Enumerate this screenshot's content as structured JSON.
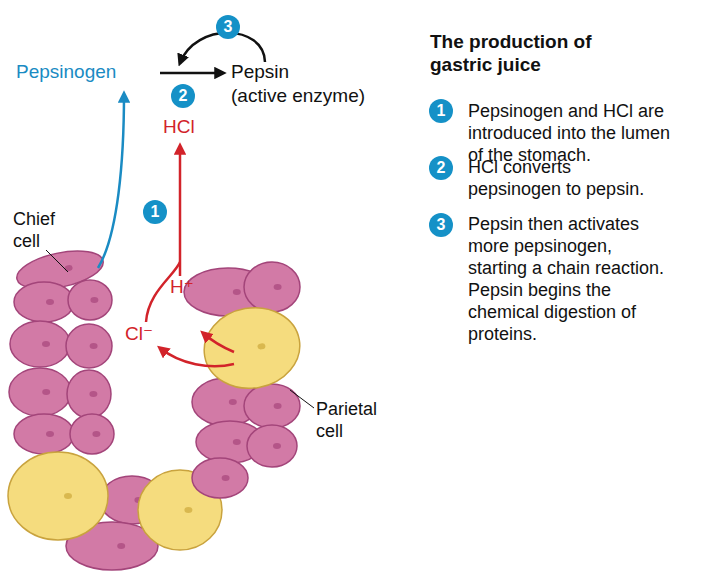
{
  "diagram": {
    "title": "The production of gastric juice",
    "nodes": [
      {
        "text": [
          "3"
        ]
      },
      {
        "text": [
          "2"
        ]
      },
      {
        "text": [
          "1"
        ]
      },
      {
        "text": [
          "1"
        ]
      },
      {
        "text": [
          "2"
        ]
      },
      {
        "text": [
          "3"
        ]
      }
    ],
    "labels": [
      "Pepsinogen",
      "Pepsin",
      "(active enzyme)",
      "HCl",
      "H⁺",
      "Cl⁻",
      "Chief cell",
      "Parietal cell",
      "Pepsinogen and HCl are introduced into the lumen of the stomach.",
      "HCl converts pepsinogen to pepsin.",
      "Pepsin then activates more pepsinogen, starting a chain reaction. Pepsin begins the chemical digestion of proteins."
    ]
  }
}
